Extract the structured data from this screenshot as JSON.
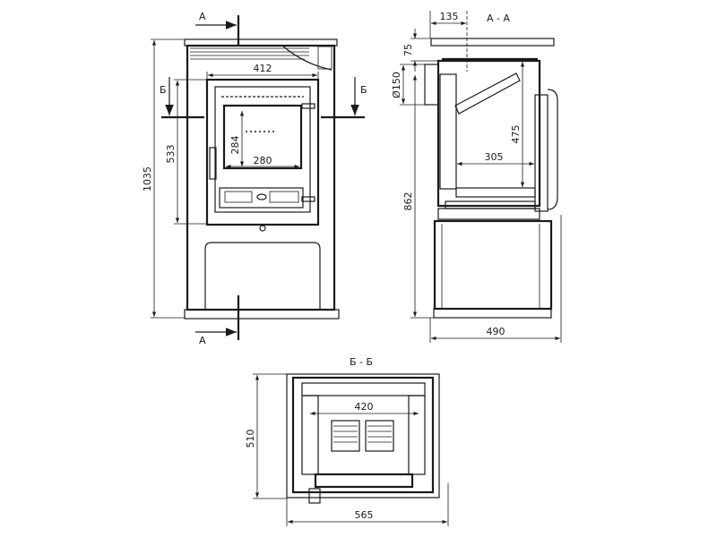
{
  "front_view": {
    "section_a_label_top": "А",
    "section_a_label_bottom": "А",
    "section_b_label_left": "Б",
    "section_b_label_right": "Б",
    "dim_height_total": "1035",
    "dim_door_height": "533",
    "dim_door_width": "412",
    "dim_glass_height": "284",
    "dim_glass_width": "280"
  },
  "side_section": {
    "title": "А - А",
    "dim_flue_offset": "135",
    "dim_top_to_flue": "75",
    "dim_flue_diameter": "Ø150",
    "dim_firebox_height": "475",
    "dim_firebox_depth": "305",
    "dim_flue_height": "862",
    "dim_depth_total": "490"
  },
  "plan_section": {
    "title": "Б - Б",
    "dim_firebox_width": "420",
    "dim_depth": "510",
    "dim_width_total": "565"
  },
  "colors": {
    "line": "#1a1a1a",
    "background": "#ffffff"
  }
}
